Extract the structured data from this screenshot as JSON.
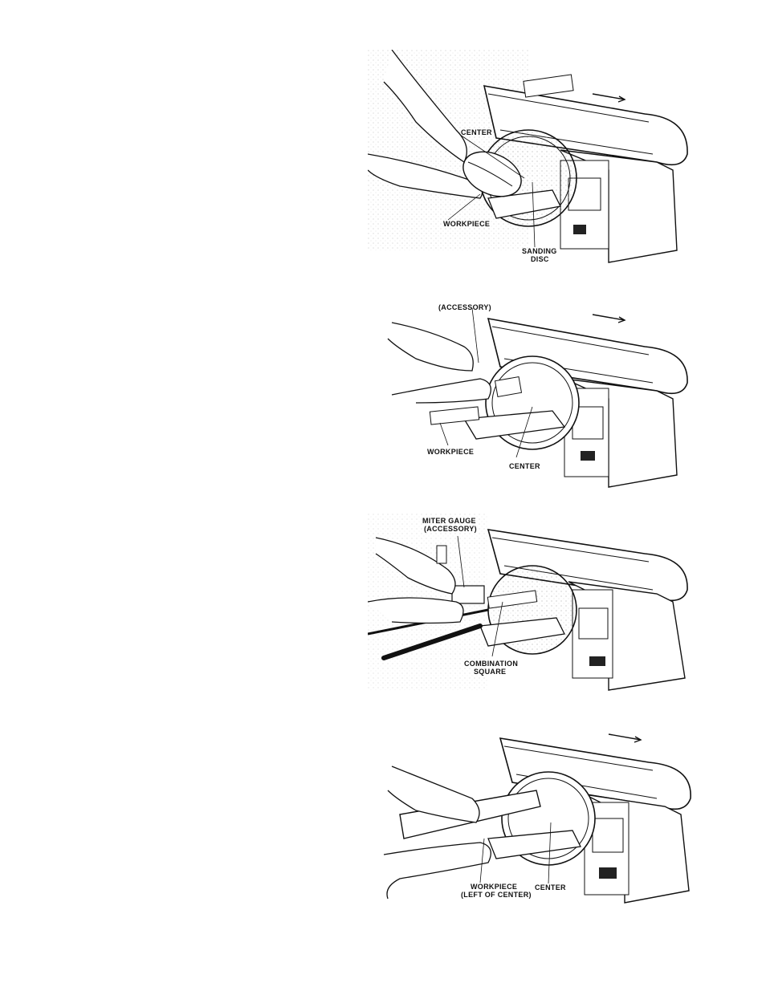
{
  "figures": [
    {
      "id": "disc-sanding-curved",
      "labels": {
        "center": "CENTER",
        "workpiece": "WORKPIECE",
        "sanding_disc_1": "SANDING",
        "sanding_disc_2": "DISC"
      }
    },
    {
      "id": "disc-sanding-accessory",
      "labels": {
        "accessory": "(ACCESSORY)",
        "workpiece": "WORKPIECE",
        "center": "CENTER"
      }
    },
    {
      "id": "miter-gauge-square",
      "labels": {
        "miter_gauge_1": "MITER GAUGE",
        "miter_gauge_2": "(ACCESSORY)",
        "combination_1": "COMBINATION",
        "combination_2": "SQUARE"
      }
    },
    {
      "id": "disc-sanding-left-of-center",
      "labels": {
        "workpiece_1": "WORKPIECE",
        "workpiece_2": "(LEFT OF CENTER)",
        "center": "CENTER"
      }
    }
  ]
}
